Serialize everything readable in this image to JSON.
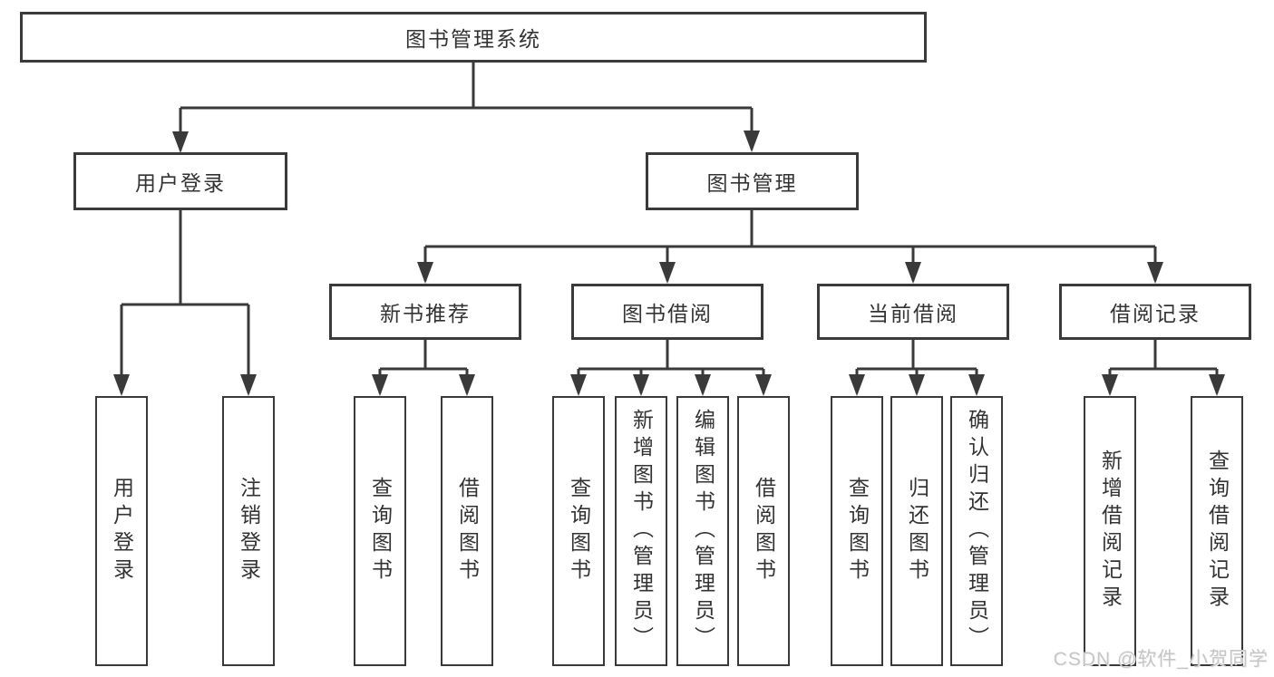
{
  "diagram": {
    "type": "hierarchy-tree",
    "tree": {
      "label": "图书管理系统",
      "children": [
        {
          "label": "用户登录",
          "children": [
            {
              "label": "用户登录"
            },
            {
              "label": "注销登录"
            }
          ]
        },
        {
          "label": "图书管理",
          "children": [
            {
              "label": "新书推荐",
              "children": [
                {
                  "label": "查询图书"
                },
                {
                  "label": "借阅图书"
                }
              ]
            },
            {
              "label": "图书借阅",
              "children": [
                {
                  "label": "查询图书"
                },
                {
                  "label": "新增图书（管理员）"
                },
                {
                  "label": "编辑图书（管理员）"
                },
                {
                  "label": "借阅图书"
                }
              ]
            },
            {
              "label": "当前借阅",
              "children": [
                {
                  "label": "查询图书"
                },
                {
                  "label": "归还图书"
                },
                {
                  "label": "确认归还（管理员）"
                }
              ]
            },
            {
              "label": "借阅记录",
              "children": [
                {
                  "label": "新增借阅记录"
                },
                {
                  "label": "查询借阅记录"
                }
              ]
            }
          ]
        }
      ]
    },
    "colors": {
      "line": "#3a3a3a",
      "text": "#333333",
      "box_fill": "#ffffff",
      "watermark": "#c6c6c6",
      "background": "#ffffff"
    }
  },
  "watermark": "CSDN @软件_小贺同学"
}
